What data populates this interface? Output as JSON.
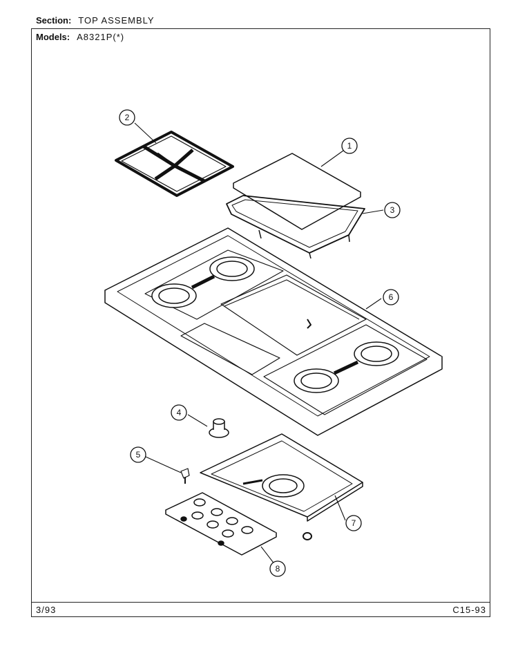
{
  "header": {
    "section_label": "Section:",
    "section_value": "TOP ASSEMBLY",
    "models_label": "Models:",
    "models_value": "A8321P(*)"
  },
  "footer": {
    "left": "3/93",
    "right": "C15-93"
  },
  "callouts": [
    {
      "id": "1",
      "part": "griddle-plate"
    },
    {
      "id": "2",
      "part": "burner-grate"
    },
    {
      "id": "3",
      "part": "griddle-frame"
    },
    {
      "id": "4",
      "part": "knob"
    },
    {
      "id": "5",
      "part": "screw"
    },
    {
      "id": "6",
      "part": "cooktop-main-top"
    },
    {
      "id": "7",
      "part": "burner-box"
    },
    {
      "id": "8",
      "part": "heat-shield-plate"
    }
  ]
}
